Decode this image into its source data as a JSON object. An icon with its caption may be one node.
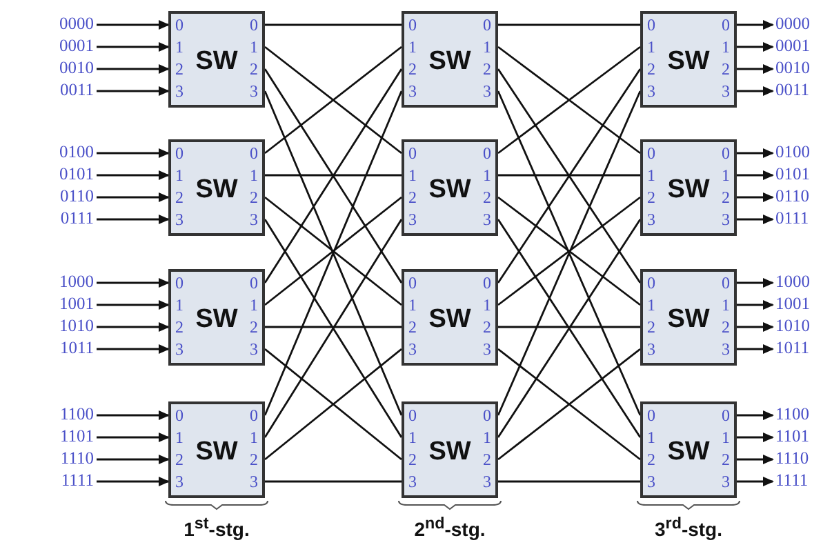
{
  "diagram": {
    "nodes": [
      {
        "text": [
          "0000"
        ]
      },
      {
        "text": [
          "0001"
        ]
      },
      {
        "text": [
          "0010"
        ]
      },
      {
        "text": [
          "0011"
        ]
      },
      {
        "text": [
          "0100"
        ]
      },
      {
        "text": [
          "0101"
        ]
      },
      {
        "text": [
          "0110"
        ]
      },
      {
        "text": [
          "0111"
        ]
      },
      {
        "text": [
          "1000"
        ]
      },
      {
        "text": [
          "1001"
        ]
      },
      {
        "text": [
          "1010"
        ]
      },
      {
        "text": [
          "1011"
        ]
      },
      {
        "text": [
          "1100"
        ]
      },
      {
        "text": [
          "1101"
        ]
      },
      {
        "text": [
          "1110"
        ]
      },
      {
        "text": [
          "1111"
        ]
      },
      {
        "text": [
          "0",
          "1",
          "2",
          "3",
          "SW",
          "0",
          "1",
          "2",
          "3"
        ]
      },
      {
        "text": [
          "0",
          "1",
          "2",
          "3",
          "SW",
          "0",
          "1",
          "2",
          "3"
        ]
      },
      {
        "text": [
          "0",
          "1",
          "2",
          "3",
          "SW",
          "0",
          "1",
          "2",
          "3"
        ]
      },
      {
        "text": [
          "0",
          "1",
          "2",
          "3",
          "SW",
          "0",
          "1",
          "2",
          "3"
        ]
      },
      {
        "text": [
          "0",
          "1",
          "2",
          "3",
          "SW",
          "0",
          "1",
          "2",
          "3"
        ]
      },
      {
        "text": [
          "0",
          "1",
          "2",
          "3",
          "SW",
          "0",
          "1",
          "2",
          "3"
        ]
      },
      {
        "text": [
          "0",
          "1",
          "2",
          "3",
          "SW",
          "0",
          "1",
          "2",
          "3"
        ]
      },
      {
        "text": [
          "0",
          "1",
          "2",
          "3",
          "SW",
          "0",
          "1",
          "2",
          "3"
        ]
      },
      {
        "text": [
          "0",
          "1",
          "2",
          "3",
          "SW",
          "0",
          "1",
          "2",
          "3"
        ]
      },
      {
        "text": [
          "0",
          "1",
          "2",
          "3",
          "SW",
          "0",
          "1",
          "2",
          "3"
        ]
      },
      {
        "text": [
          "0",
          "1",
          "2",
          "3",
          "SW",
          "0",
          "1",
          "2",
          "3"
        ]
      },
      {
        "text": [
          "0",
          "1",
          "2",
          "3",
          "SW",
          "0",
          "1",
          "2",
          "3"
        ]
      },
      {
        "text": [
          "0000"
        ]
      },
      {
        "text": [
          "0001"
        ]
      },
      {
        "text": [
          "0010"
        ]
      },
      {
        "text": [
          "0011"
        ]
      },
      {
        "text": [
          "0100"
        ]
      },
      {
        "text": [
          "0101"
        ]
      },
      {
        "text": [
          "0110"
        ]
      },
      {
        "text": [
          "0111"
        ]
      },
      {
        "text": [
          "1000"
        ]
      },
      {
        "text": [
          "1001"
        ]
      },
      {
        "text": [
          "1010"
        ]
      },
      {
        "text": [
          "1011"
        ]
      },
      {
        "text": [
          "1100"
        ]
      },
      {
        "text": [
          "1101"
        ]
      },
      {
        "text": [
          "1110"
        ]
      },
      {
        "text": [
          "1111"
        ]
      }
    ],
    "edges": [
      {
        "from": 0,
        "to": 16,
        "arrow": "to"
      },
      {
        "from": 1,
        "to": 16,
        "arrow": "to"
      },
      {
        "from": 2,
        "to": 16,
        "arrow": "to"
      },
      {
        "from": 3,
        "to": 16,
        "arrow": "to"
      },
      {
        "from": 4,
        "to": 17,
        "arrow": "to"
      },
      {
        "from": 5,
        "to": 17,
        "arrow": "to"
      },
      {
        "from": 6,
        "to": 17,
        "arrow": "to"
      },
      {
        "from": 7,
        "to": 17,
        "arrow": "to"
      },
      {
        "from": 8,
        "to": 18,
        "arrow": "to"
      },
      {
        "from": 9,
        "to": 18,
        "arrow": "to"
      },
      {
        "from": 10,
        "to": 18,
        "arrow": "to"
      },
      {
        "from": 11,
        "to": 18,
        "arrow": "to"
      },
      {
        "from": 12,
        "to": 19,
        "arrow": "to"
      },
      {
        "from": 13,
        "to": 19,
        "arrow": "to"
      },
      {
        "from": 14,
        "to": 19,
        "arrow": "to"
      },
      {
        "from": 15,
        "to": 19,
        "arrow": "to"
      },
      {
        "from": 16,
        "to": 20,
        "arrow": "none"
      },
      {
        "from": 16,
        "to": 21,
        "arrow": "none"
      },
      {
        "from": 16,
        "to": 22,
        "arrow": "none"
      },
      {
        "from": 16,
        "to": 23,
        "arrow": "none"
      },
      {
        "from": 17,
        "to": 20,
        "arrow": "none"
      },
      {
        "from": 17,
        "to": 21,
        "arrow": "none"
      },
      {
        "from": 17,
        "to": 22,
        "arrow": "none"
      },
      {
        "from": 17,
        "to": 23,
        "arrow": "none"
      },
      {
        "from": 18,
        "to": 20,
        "arrow": "none"
      },
      {
        "from": 18,
        "to": 21,
        "arrow": "none"
      },
      {
        "from": 18,
        "to": 22,
        "arrow": "none"
      },
      {
        "from": 18,
        "to": 23,
        "arrow": "none"
      },
      {
        "from": 19,
        "to": 20,
        "arrow": "none"
      },
      {
        "from": 19,
        "to": 21,
        "arrow": "none"
      },
      {
        "from": 19,
        "to": 22,
        "arrow": "none"
      },
      {
        "from": 19,
        "to": 23,
        "arrow": "none"
      },
      {
        "from": 20,
        "to": 24,
        "arrow": "none"
      },
      {
        "from": 20,
        "to": 25,
        "arrow": "none"
      },
      {
        "from": 20,
        "to": 26,
        "arrow": "none"
      },
      {
        "from": 20,
        "to": 27,
        "arrow": "none"
      },
      {
        "from": 21,
        "to": 24,
        "arrow": "none"
      },
      {
        "from": 21,
        "to": 25,
        "arrow": "none"
      },
      {
        "from": 21,
        "to": 26,
        "arrow": "none"
      },
      {
        "from": 21,
        "to": 27,
        "arrow": "none"
      },
      {
        "from": 22,
        "to": 24,
        "arrow": "none"
      },
      {
        "from": 22,
        "to": 25,
        "arrow": "none"
      },
      {
        "from": 22,
        "to": 26,
        "arrow": "none"
      },
      {
        "from": 22,
        "to": 27,
        "arrow": "none"
      },
      {
        "from": 23,
        "to": 24,
        "arrow": "none"
      },
      {
        "from": 23,
        "to": 25,
        "arrow": "none"
      },
      {
        "from": 23,
        "to": 26,
        "arrow": "none"
      },
      {
        "from": 23,
        "to": 27,
        "arrow": "none"
      },
      {
        "from": 24,
        "to": 28,
        "arrow": "to"
      },
      {
        "from": 24,
        "to": 29,
        "arrow": "to"
      },
      {
        "from": 24,
        "to": 30,
        "arrow": "to"
      },
      {
        "from": 24,
        "to": 31,
        "arrow": "to"
      },
      {
        "from": 25,
        "to": 32,
        "arrow": "to"
      },
      {
        "from": 25,
        "to": 33,
        "arrow": "to"
      },
      {
        "from": 25,
        "to": 34,
        "arrow": "to"
      },
      {
        "from": 25,
        "to": 35,
        "arrow": "to"
      },
      {
        "from": 26,
        "to": 36,
        "arrow": "to"
      },
      {
        "from": 26,
        "to": 37,
        "arrow": "to"
      },
      {
        "from": 26,
        "to": 38,
        "arrow": "to"
      },
      {
        "from": 26,
        "to": 39,
        "arrow": "to"
      },
      {
        "from": 27,
        "to": 40,
        "arrow": "to"
      },
      {
        "from": 27,
        "to": 41,
        "arrow": "to"
      },
      {
        "from": 27,
        "to": 42,
        "arrow": "to"
      },
      {
        "from": 27,
        "to": 43,
        "arrow": "to"
      }
    ],
    "labels": [
      "1$^{st}$-stg.",
      "2$^{nd}$-stg.",
      "3$^{rd}$-stg."
    ]
  }
}
